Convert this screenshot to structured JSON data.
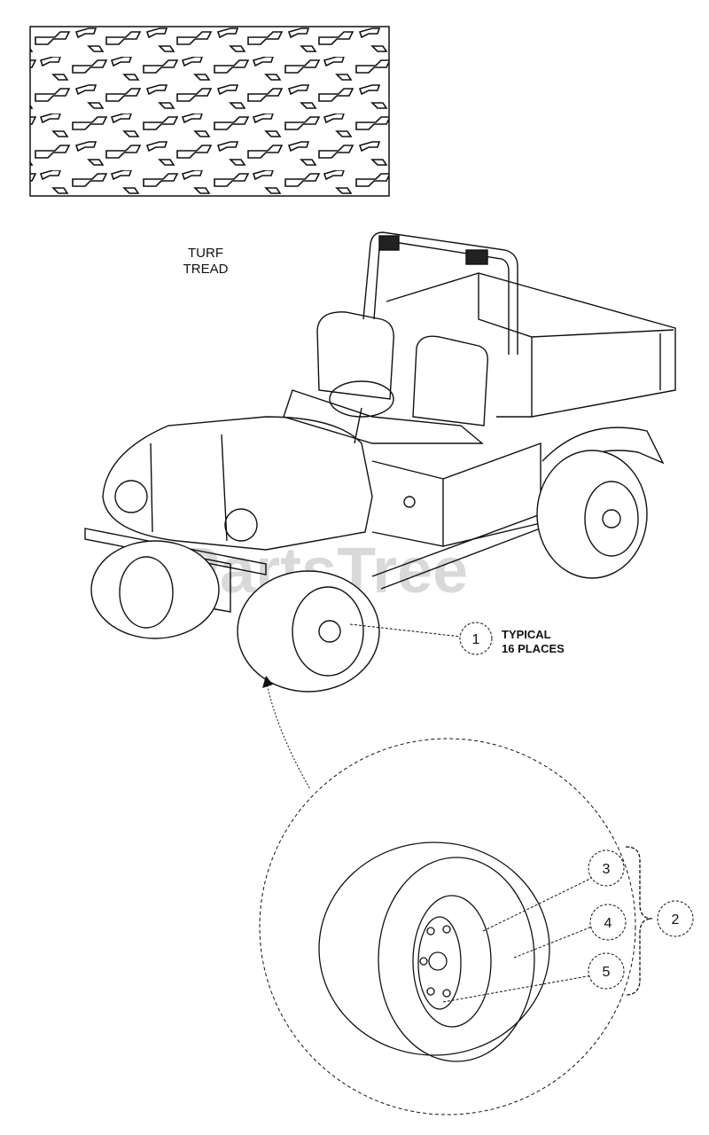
{
  "tread_label": {
    "line1": "TURF",
    "line2": "TREAD"
  },
  "watermark": "PartsTree",
  "callouts": [
    {
      "id": "1",
      "text_line1": "TYPICAL",
      "text_line2": "16 PLACES"
    },
    {
      "id": "2"
    },
    {
      "id": "3"
    },
    {
      "id": "4"
    },
    {
      "id": "5"
    }
  ],
  "colors": {
    "line": "#111111",
    "watermark": "#d9d9d9",
    "background": "#ffffff"
  }
}
